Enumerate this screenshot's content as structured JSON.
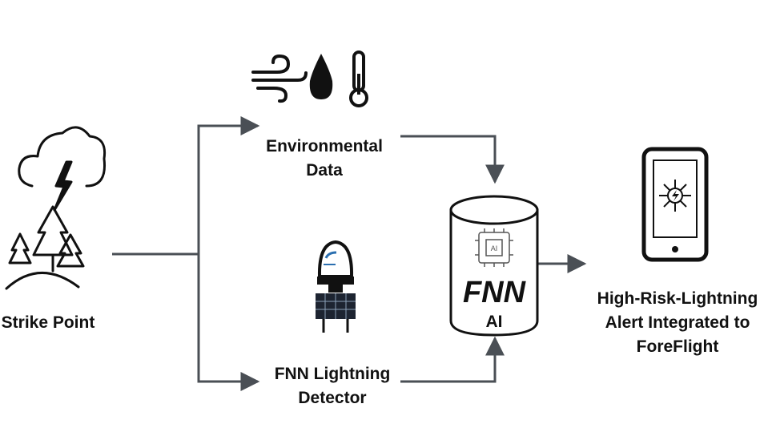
{
  "nodes": {
    "strike_point": "Strike Point",
    "environmental_line1": "Environmental",
    "environmental_line2": "Data",
    "detector_line1": "FNN Lightning",
    "detector_line2": "Detector",
    "fnn_brand": "FNN",
    "fnn_sub": "AI",
    "chip_text": "AI",
    "alert_line1": "High-Risk-Lightning",
    "alert_line2": "Alert Integrated to",
    "alert_line3": "ForeFlight"
  },
  "icons": {
    "storm": "cloud-lightning-trees-icon",
    "wind": "wind-icon",
    "drop": "water-drop-icon",
    "thermo": "thermometer-icon",
    "detector": "lightning-detector-sensor-icon",
    "database": "database-cylinder-icon",
    "chip": "ai-chip-icon",
    "tablet": "tablet-alert-icon"
  },
  "colors": {
    "stroke": "#111111",
    "connector": "#4a4f55",
    "background": "#ffffff"
  }
}
